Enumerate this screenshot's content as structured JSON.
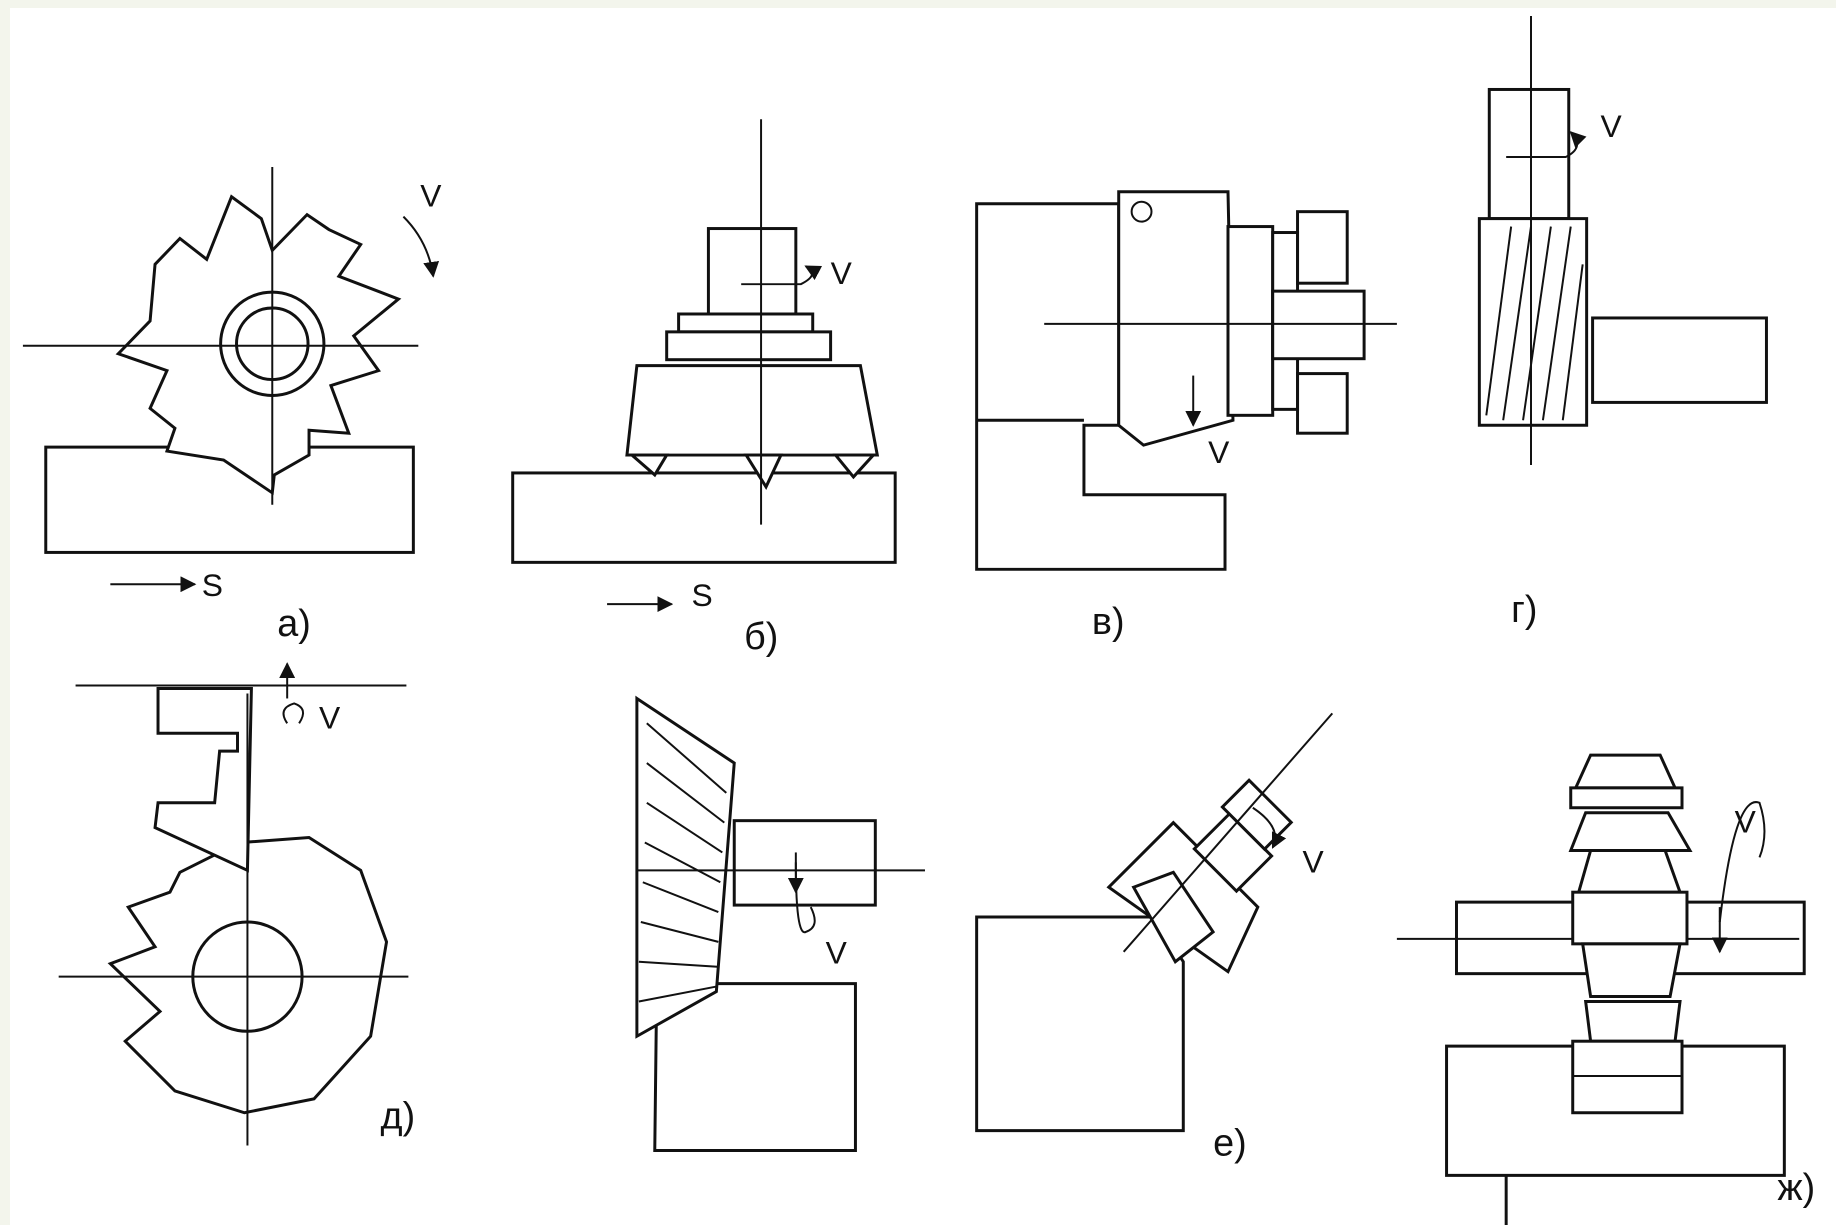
{
  "figures": [
    {
      "id": "a",
      "label": "а)",
      "motion": [
        "V",
        "S"
      ]
    },
    {
      "id": "b",
      "label": "б)",
      "motion": [
        "V",
        "S"
      ]
    },
    {
      "id": "v",
      "label": "в)",
      "motion": [
        "V"
      ]
    },
    {
      "id": "g",
      "label": "г)",
      "motion": [
        "V"
      ]
    },
    {
      "id": "d",
      "label": "д)",
      "motion": [
        "V"
      ]
    },
    {
      "id": "e",
      "label": "е)",
      "motion": [
        "V",
        "V"
      ]
    },
    {
      "id": "zh",
      "label": "ж)",
      "motion": [
        "V"
      ]
    }
  ],
  "colors": {
    "ink": "#111111",
    "paper": "#ffffff",
    "border": "#f3f5ec"
  }
}
